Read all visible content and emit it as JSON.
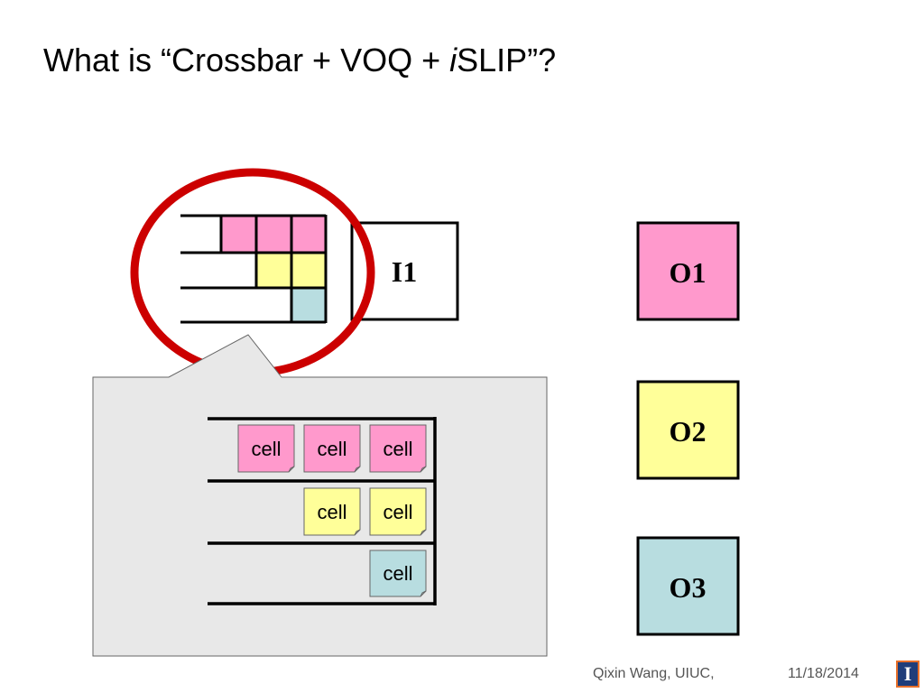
{
  "title": {
    "prefix": "What is “Crossbar + VOQ + ",
    "italic": "i",
    "suffix": "SLIP”?"
  },
  "input_port": {
    "label": "I1"
  },
  "output_ports": [
    {
      "label": "O1",
      "color": "#ff99cc"
    },
    {
      "label": "O2",
      "color": "#ffff99"
    },
    {
      "label": "O3",
      "color": "#b8dde0"
    }
  ],
  "callout": {
    "cell_label": "cell",
    "queues": [
      {
        "output": "O1",
        "cells": 3,
        "color": "#ff99cc"
      },
      {
        "output": "O2",
        "cells": 2,
        "color": "#ffff99"
      },
      {
        "output": "O3",
        "cells": 1,
        "color": "#b8dde0"
      }
    ]
  },
  "highlight_color": "#cc0000",
  "callout_background": "#e8e8e8",
  "footer": {
    "author": "Qixin Wang, UIUC,",
    "date": "11/18/2014",
    "logo": "I"
  }
}
